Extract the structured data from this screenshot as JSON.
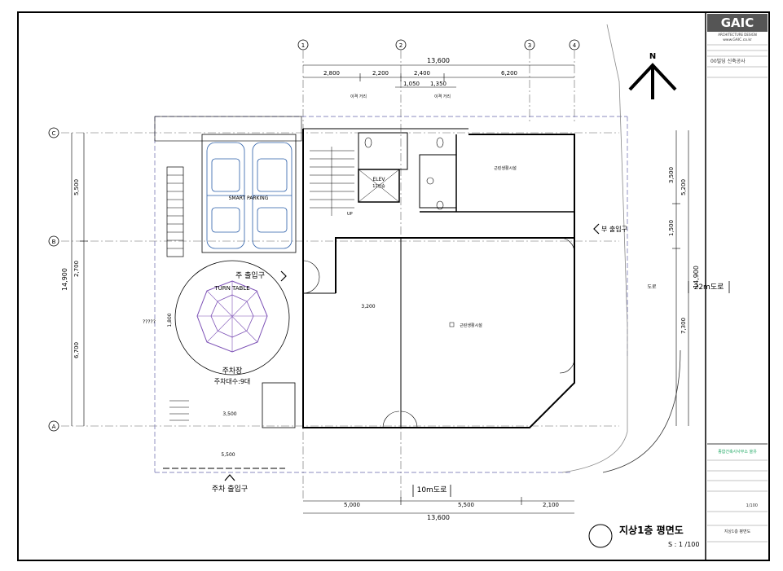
{
  "title_block": {
    "logo": "GAIC",
    "logo_sub": "ARCHITECTURE DESIGN",
    "website": "www.GAIC.co.kr",
    "project_lines": [
      "00빌딩 신축공사"
    ],
    "firm_name": "종합건축사사무소 울유",
    "scale_text": "1/100",
    "sheet_name": "지상1층 평면도"
  },
  "plan": {
    "title": "지상1층 평면도",
    "scale": "S : 1 /100",
    "north": "N",
    "grid_columns": [
      "1",
      "2",
      "3",
      "4"
    ],
    "grid_rows": [
      "C",
      "B",
      "A"
    ],
    "top_dims": {
      "total": "13,600",
      "segments": [
        "2,800",
        "2,200",
        "2,400",
        "6,200"
      ],
      "sub": [
        "1,050",
        "1,350"
      ]
    },
    "bottom_dims": {
      "total": "13,600",
      "segments": [
        "5,000",
        "5,500",
        "2,100"
      ]
    },
    "left_dims": {
      "total": "14,900",
      "segments": [
        "5,500",
        "2,700",
        "6,700"
      ]
    },
    "right_dims": {
      "total": "14,900",
      "segments": [
        "3,500",
        "5,200",
        "1,500",
        "7,300"
      ]
    },
    "labels": {
      "main_entrance": "주 출입구",
      "sub_entrance": "부 출입구",
      "parking_entrance": "주차 출입구",
      "parking_area": "주차장",
      "parking_count": "주차대수:9대",
      "smart_parking": "SMART PARKING",
      "turn_table": "TURN TABLE",
      "road_right": "22m도로",
      "road_bottom": "10m도로",
      "elev": "ELEV",
      "elev_sub": "11인승",
      "shop_top": "근린생활시설",
      "shop_main": "근린생활시설",
      "up": "UP",
      "road_text_right": "도로",
      "note_top_left": "이격 거리",
      "note_top_right": "이격 거리",
      "dim_3200": "3,200",
      "dim_1800": "1,800",
      "dim_5500": "5,500",
      "dim_3500": "3,500",
      "question": "?????"
    }
  }
}
